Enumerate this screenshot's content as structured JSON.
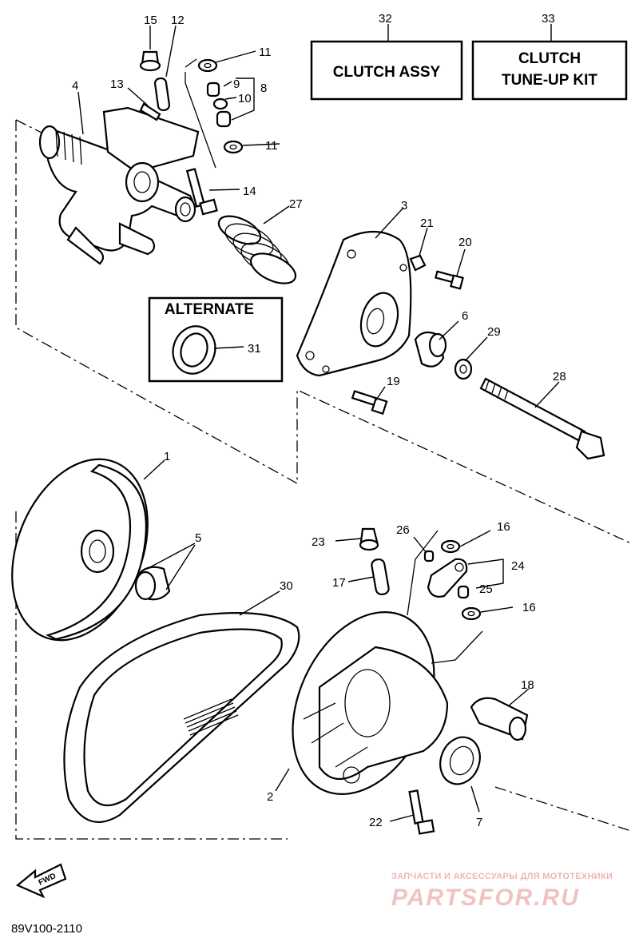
{
  "diagram_code": "89V100-2110",
  "boxes": {
    "clutch_assy": "CLUTCH ASSY",
    "tuneup_line1": "CLUTCH",
    "tuneup_line2": "TUNE-UP KIT",
    "alternate": "ALTERNATE"
  },
  "fwd_label": "FWD",
  "watermark": {
    "line1": "ЗАПЧАСТИ И АКСЕССУАРЫ ДЛЯ МОТОТЕХНИКИ",
    "line2": "PARTSFOR.RU"
  },
  "callouts": {
    "c1": "1",
    "c2": "2",
    "c3": "3",
    "c4": "4",
    "c5": "5",
    "c6": "6",
    "c7": "7",
    "c8": "8",
    "c9": "9",
    "c10": "10",
    "c11a": "11",
    "c11b": "11",
    "c12": "12",
    "c13": "13",
    "c14": "14",
    "c15": "15",
    "c16a": "16",
    "c16b": "16",
    "c17": "17",
    "c18": "18",
    "c19": "19",
    "c20": "20",
    "c21": "21",
    "c22": "22",
    "c23": "23",
    "c24": "24",
    "c25": "25",
    "c26": "26",
    "c27": "27",
    "c28": "28",
    "c29": "29",
    "c30": "30",
    "c31": "31",
    "c32": "32",
    "c33": "33"
  }
}
